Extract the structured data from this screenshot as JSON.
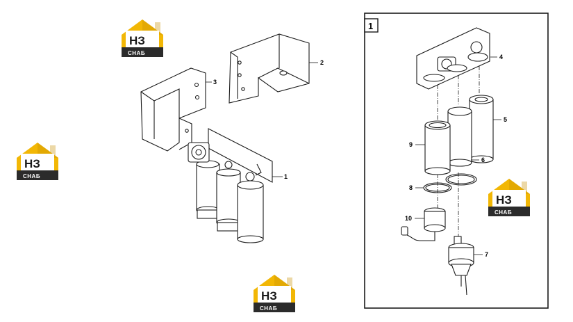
{
  "logo": {
    "brand_top": "НЗ",
    "brand_bottom": "СНАБ"
  },
  "detail_panel": {
    "id": "1"
  },
  "callouts": {
    "bracket_2": "2",
    "bracket_3": "3",
    "assembly_1": "1",
    "head_4": "4",
    "filter_5": "5",
    "filter_6": "6",
    "cartridge_9": "9",
    "seal_8": "8",
    "bowl_10": "10",
    "bowl_7": "7"
  },
  "colors": {
    "line": "#1a1a1a",
    "logo_yellow": "#f2b705",
    "logo_dark": "#2b2b2b"
  }
}
